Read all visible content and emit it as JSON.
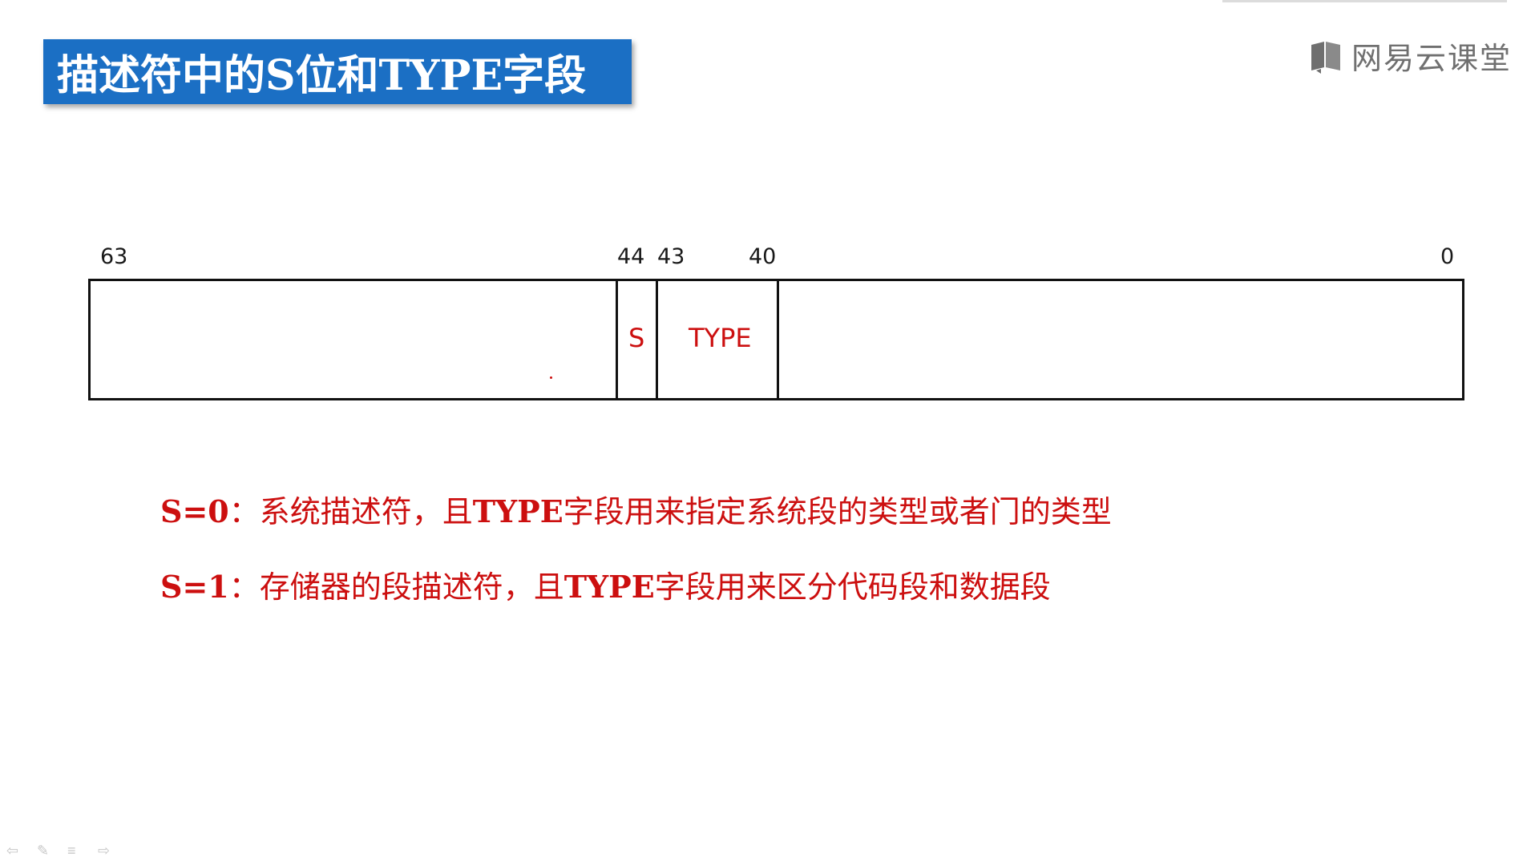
{
  "slide": {
    "title": "描述符中的S位和TYPE字段"
  },
  "logo": {
    "icon": "book-icon",
    "text": "网易云课堂"
  },
  "register": {
    "bit_numbers": {
      "b63": "63",
      "b44": "44",
      "b43": "43",
      "b40": "40",
      "b0": "0"
    },
    "fields": {
      "s_label": "S",
      "type_label": "TYPE"
    }
  },
  "descriptions": [
    {
      "key": "S=0",
      "sep": "：",
      "text_before": "系统描述符，且",
      "bold_word": "TYPE",
      "text_after": "字段用来指定系统段的类型或者门的类型"
    },
    {
      "key": "S=1",
      "sep": "：",
      "text_before": "存储器的段描述符，且",
      "bold_word": "TYPE",
      "text_after": "字段用来区分代码段和数据段"
    }
  ],
  "nav_icons": [
    "prev-arrow-icon",
    "pen-icon",
    "menu-icon",
    "next-arrow-icon"
  ],
  "colors": {
    "title_bg": "#1b6fc4",
    "accent_red": "#cc0f0f",
    "logo_gray": "#707070"
  }
}
